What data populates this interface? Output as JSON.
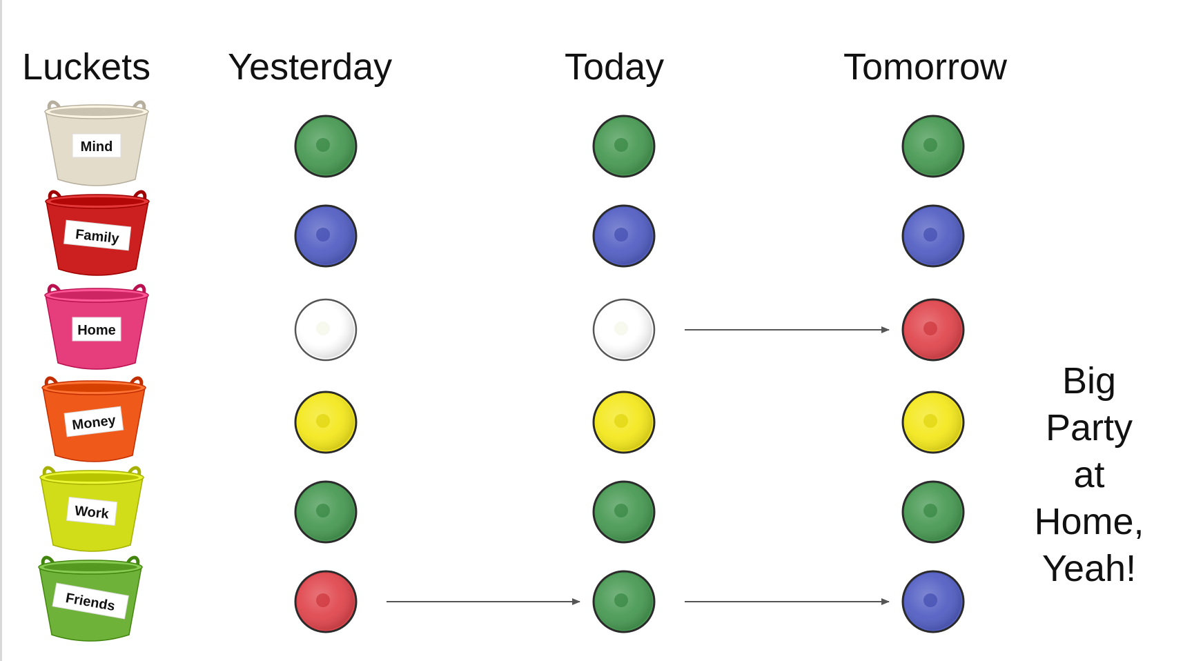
{
  "headers": {
    "luckets": "Luckets",
    "yesterday": "Yesterday",
    "today": "Today",
    "tomorrow": "Tomorrow"
  },
  "buckets": [
    {
      "label": "Mind",
      "color": "#e4dccb"
    },
    {
      "label": "Family",
      "color": "#cc1f1f"
    },
    {
      "label": "Home",
      "color": "#e63d7d"
    },
    {
      "label": "Money",
      "color": "#ef5a1a"
    },
    {
      "label": "Work",
      "color": "#d2dd1a"
    },
    {
      "label": "Friends",
      "color": "#6fb23a"
    }
  ],
  "status_colors": {
    "green": "#4a9a55",
    "blue": "#5561c4",
    "white": "#ffffff",
    "yellow": "#f4e81f",
    "red": "#e0484f"
  },
  "status": {
    "yesterday": [
      "green",
      "blue",
      "white",
      "yellow",
      "green",
      "red"
    ],
    "today": [
      "green",
      "blue",
      "white",
      "yellow",
      "green",
      "green"
    ],
    "tomorrow": [
      "green",
      "blue",
      "red",
      "yellow",
      "green",
      "blue"
    ]
  },
  "transitions": [
    {
      "bucket": "Friends",
      "from": "yesterday",
      "to": "today"
    },
    {
      "bucket": "Friends",
      "from": "today",
      "to": "tomorrow"
    },
    {
      "bucket": "Home",
      "from": "today",
      "to": "tomorrow"
    }
  ],
  "annotation": {
    "lines": [
      "Big",
      "Party",
      "at",
      "Home,",
      "Yeah!"
    ]
  }
}
